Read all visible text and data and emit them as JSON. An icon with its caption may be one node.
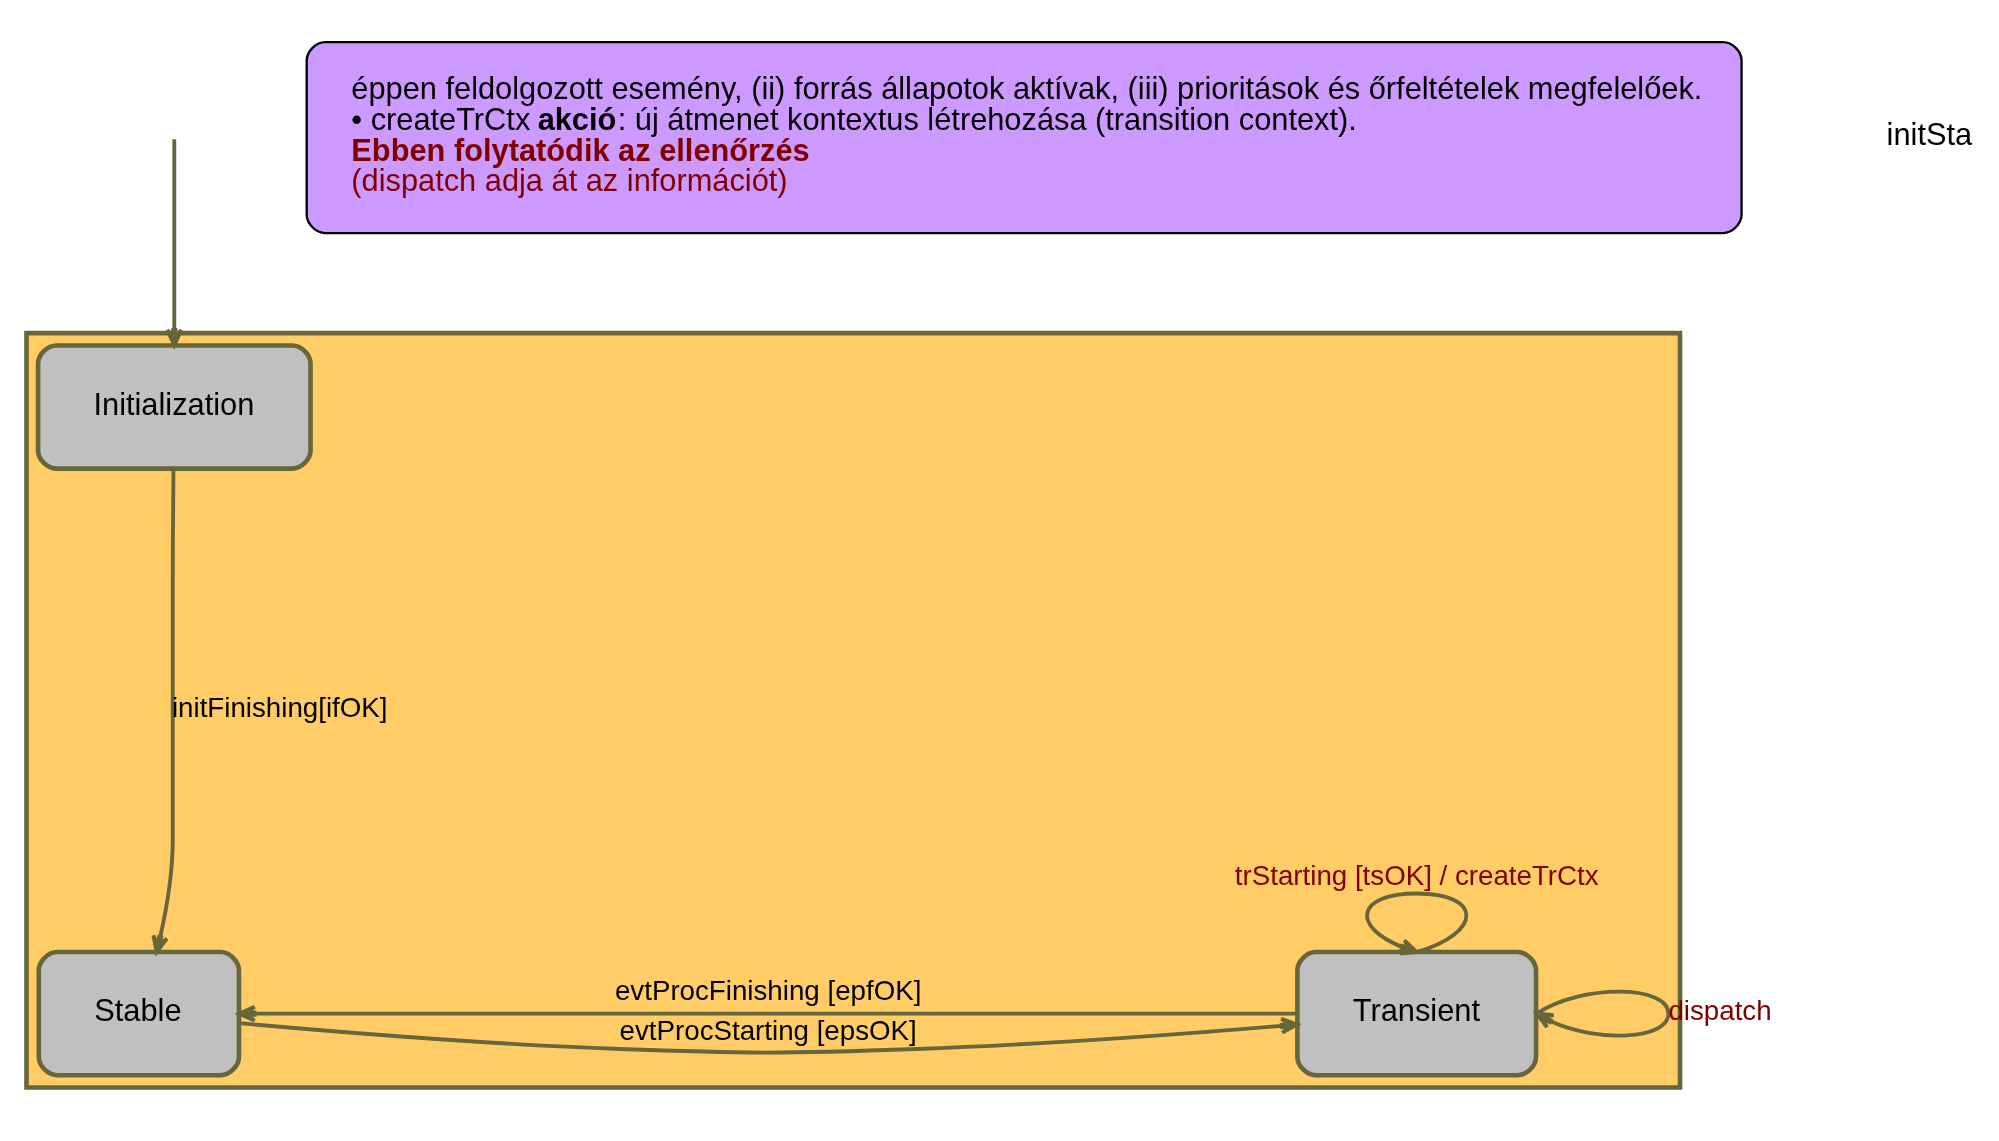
{
  "diagram": {
    "nodes": [
      {
        "text": [],
        "shape": "box"
      },
      {
        "text": [
          "Initialization"
        ],
        "in": 0
      },
      {
        "text": [
          "Stable"
        ],
        "in": 0
      },
      {
        "text": [
          "Transient"
        ],
        "in": 0
      },
      {
        "text": [
          "éppen feldolgozott esemény, (ii) forrás állapotok aktívak, (iii) prioritások és őrfeltételek megfelelőek.",
          "• createTrCtx **akció**: új átmenet kontextus létrehozása (transition context).",
          "Ebben folytatódik az ellenőrzés",
          "(dispatch adja át az információt)"
        ]
      }
    ],
    "edges": [
      {
        "from": null,
        "to": 1,
        "arrow": "to"
      },
      {
        "from": 1,
        "to": 2,
        "arrow": "to",
        "label": "initFinishing[ifOK]"
      },
      {
        "from": 2,
        "to": 3,
        "arrow": "to",
        "label": "evtProcStarting [epsOK]"
      },
      {
        "from": 3,
        "to": 2,
        "arrow": "to",
        "label": "evtProcFinishing [epfOK]"
      },
      {
        "from": 3,
        "to": 3,
        "arrow": "to",
        "label": "trStarting [tsOK] / createTrCtx"
      },
      {
        "from": 3,
        "to": 3,
        "arrow": "to",
        "label": "dispatch"
      }
    ],
    "labels": [
      "initSta"
    ]
  }
}
